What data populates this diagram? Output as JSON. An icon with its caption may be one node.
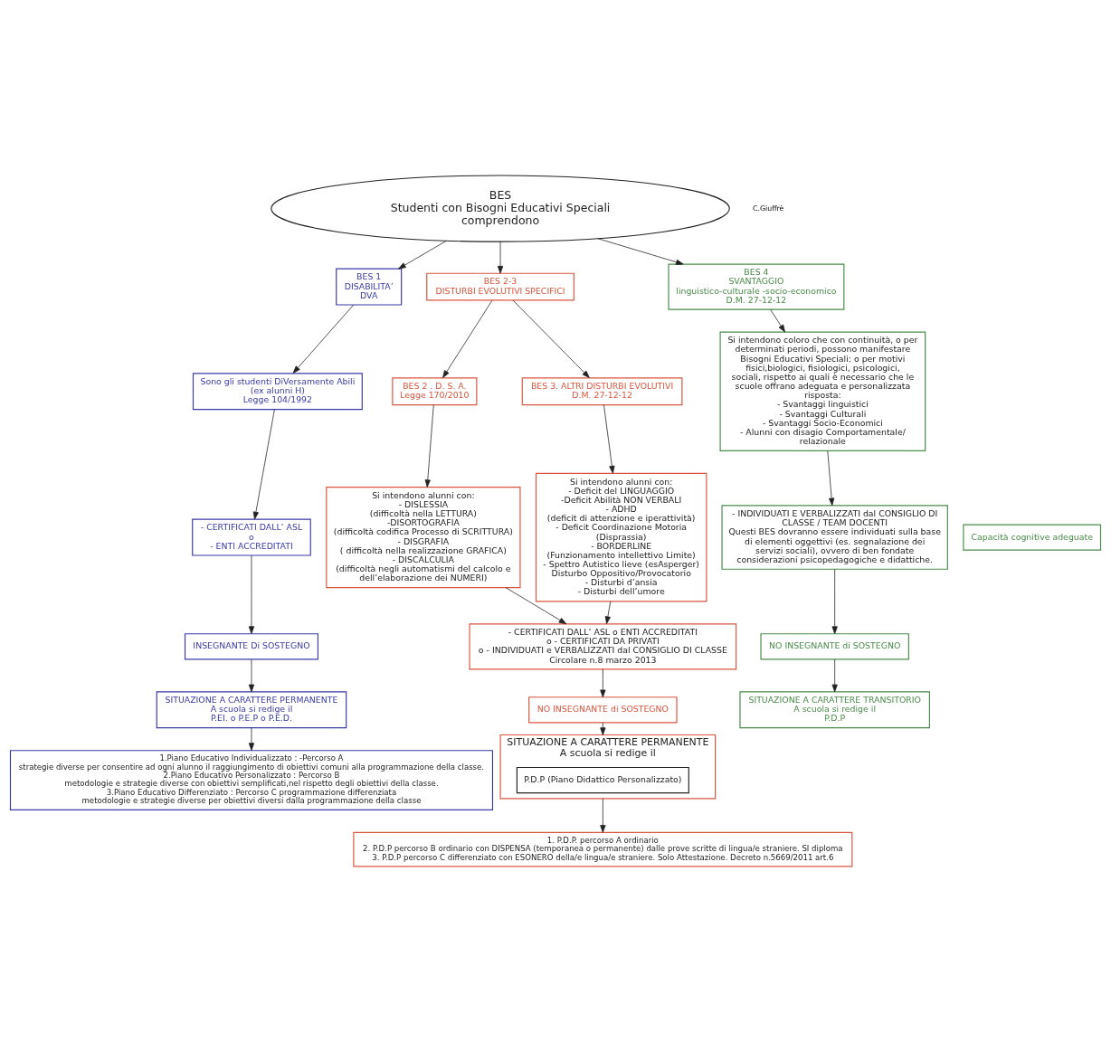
{
  "diagram": {
    "nodes": [
      {
        "text": [
          "BES",
          "Studenti con Bisogni Educativi Speciali",
          "comprendono"
        ]
      },
      {
        "text": [
          "BES 1",
          "DISABILITA’",
          "DVA"
        ]
      },
      {
        "text": [
          "BES 2-3",
          "DISTURBI EVOLUTIVI SPECIFICI"
        ]
      },
      {
        "text": [
          "BES 4",
          "SVANTAGGIO",
          "linguistico-culturale -socio-economico",
          "D.M. 27-12-12"
        ]
      },
      {
        "text": [
          "Sono gli studenti DiVersamente Abili",
          "(ex alunni H)",
          "Legge 104/1992"
        ]
      },
      {
        "text": [
          "BES 2 . D. S. A.",
          "Legge 170/2010"
        ]
      },
      {
        "text": [
          "BES 3. ALTRI DISTURBI EVOLUTIVI",
          "D.M. 27-12-12"
        ]
      },
      {
        "text": [
          "Capacità cognitive adeguate"
        ]
      },
      {
        "text": [
          "Si intendono alunni con:",
          "- DISLESSIA",
          "(difficoltà nella LETTURA)",
          "-DISORTOGRAFIA",
          "(difficoltà codifica Processo di SCRITTURA)",
          "- DISGRAFIA",
          "( difficoltà nella realizzazione GRAFICA)",
          "- DISCALCULIA",
          "(difficoltà negli automatismi del calcolo e dell’elaborazione dei NUMERI)"
        ]
      },
      {
        "text": [
          "Si intendono alunni con:",
          "- Deficit del LINGUAGGIO",
          "-Deficit Abilità NON VERBALI",
          "- ADHD",
          "(deficit di attenzione e iperattività)",
          "- Deficit Coordinazione Motoria",
          "(Disprassia)",
          "- BORDERLINE",
          "(Funzionamento intellettivo Limite)",
          "- Spettro Autistico lieve (esAsperger)",
          "Disturbo Oppositivo/Provocatorio",
          "- Disturbi d’ansia",
          "- Disturbi dell’umore"
        ]
      },
      {
        "text": [
          "Si intendono coloro che con continuità, o per determinati periodi, possono manifestare Bisogni Educativi Speciali: o per motivi fisici,biologici, fisiologici, psicologici, sociali, rispetto ai quali è necessario che le scuole offrano adeguata e personalizzata risposta:",
          "- Svantaggi linguistici",
          "- Svantaggi Culturali",
          "- Svantaggi Socio-Economici",
          "- Alunni con disagio Comportamentale/ relazionale"
        ]
      },
      {
        "text": [
          "- CERTIFICATI DALL’ ASL",
          "o",
          "- ENTI ACCREDITATI"
        ]
      },
      {
        "text": [
          "- CERTIFICATI DALL’ ASL o ENTI ACCREDITATI",
          "o - CERTIFICATI DA PRIVATI",
          "o - INDIVIDUATI e VERBALIZZATI dal CONSIGLIO DI CLASSE",
          "Circolare n.8 marzo 2013"
        ]
      },
      {
        "text": [
          "- INDIVIDUATI E VERBALIZZATI dal CONSIGLIO DI CLASSE / TEAM DOCENTI",
          "Questi BES dovranno essere individuati sulla base di elementi oggettivi (es. segnalazione dei servizi sociali), ovvero di ben fondate considerazioni psicopedagogiche e didattiche."
        ]
      },
      {
        "text": [
          "INSEGNANTE Di SOSTEGNO"
        ]
      },
      {
        "text": [
          "NO INSEGNANTE di SOSTEGNO"
        ]
      },
      {
        "text": [
          "NO INSEGNANTE di SOSTEGNO"
        ]
      },
      {
        "text": [
          "SITUAZIONE A CARATTERE PERMANENTE",
          "A scuola si redige il",
          "P.EI. o P.E.P o P.E.D."
        ]
      },
      {
        "text": [
          "SITUAZIONE A CARATTERE PERMANENTE",
          "A scuola si redige il"
        ]
      },
      {
        "text": [
          "P.D.P (Piano Didattico Personalizzato)"
        ],
        "in": 18
      },
      {
        "text": [
          "SITUAZIONE A CARATTERE TRANSITORIO",
          "A scuola si redige il",
          "P.D.P"
        ]
      },
      {
        "text": [
          "1. P.D.P. percorso A ordinario",
          "2. P.D.P percorso B ordinario con DISPENSA (temporanea o permanente) dalle prove scritte di lingua/e straniere. SI diploma",
          "3. P.D.P percorso C differenziato con ESONERO della/e lingua/e straniere. Solo Attestazione. Decreto n.5669/2011 art.6"
        ]
      },
      {
        "text": [
          "1.Piano Educativo Individualizzato : -Percorso A",
          "strategie diverse per consentire ad ogni alunno il raggiungimento di obiettivi comuni alla programmazione della classe.",
          "2.Piano Educativo Personalizzato : Percorso B",
          "metodologie e strategie diverse con obiettivi semplificati,nel rispetto degli obiettivi della classe.",
          "3.Piano Educativo Differenziato : Percorso C programmazione differenziata",
          "metodologie e strategie diverse per obiettivi diversi dalla programmazione della classe"
        ]
      }
    ],
    "edges": [
      {
        "from": 0,
        "to": 1,
        "arrow": "to"
      },
      {
        "from": 0,
        "to": 2,
        "arrow": "to"
      },
      {
        "from": 0,
        "to": 3,
        "arrow": "to"
      },
      {
        "from": 1,
        "to": 4,
        "arrow": "to"
      },
      {
        "from": 2,
        "to": 5,
        "arrow": "to"
      },
      {
        "from": 2,
        "to": 6,
        "arrow": "to"
      },
      {
        "from": 5,
        "to": 8,
        "arrow": "to"
      },
      {
        "from": 6,
        "to": 9,
        "arrow": "to"
      },
      {
        "from": 3,
        "to": 10,
        "arrow": "to"
      },
      {
        "from": 4,
        "to": 11,
        "arrow": "to"
      },
      {
        "from": 8,
        "to": 12,
        "arrow": "to"
      },
      {
        "from": 9,
        "to": 12,
        "arrow": "to"
      },
      {
        "from": 10,
        "to": 13,
        "arrow": "to"
      },
      {
        "from": 11,
        "to": 14,
        "arrow": "to"
      },
      {
        "from": 12,
        "to": 15,
        "arrow": "to"
      },
      {
        "from": 13,
        "to": 16,
        "arrow": "to"
      },
      {
        "from": 14,
        "to": 17,
        "arrow": "to"
      },
      {
        "from": 15,
        "to": 18,
        "arrow": "to"
      },
      {
        "from": 16,
        "to": 20,
        "arrow": "to"
      },
      {
        "from": 18,
        "to": 21,
        "arrow": "to"
      },
      {
        "from": 17,
        "to": 22,
        "arrow": "to"
      }
    ],
    "labels": [
      "C.Giuffrè"
    ]
  }
}
